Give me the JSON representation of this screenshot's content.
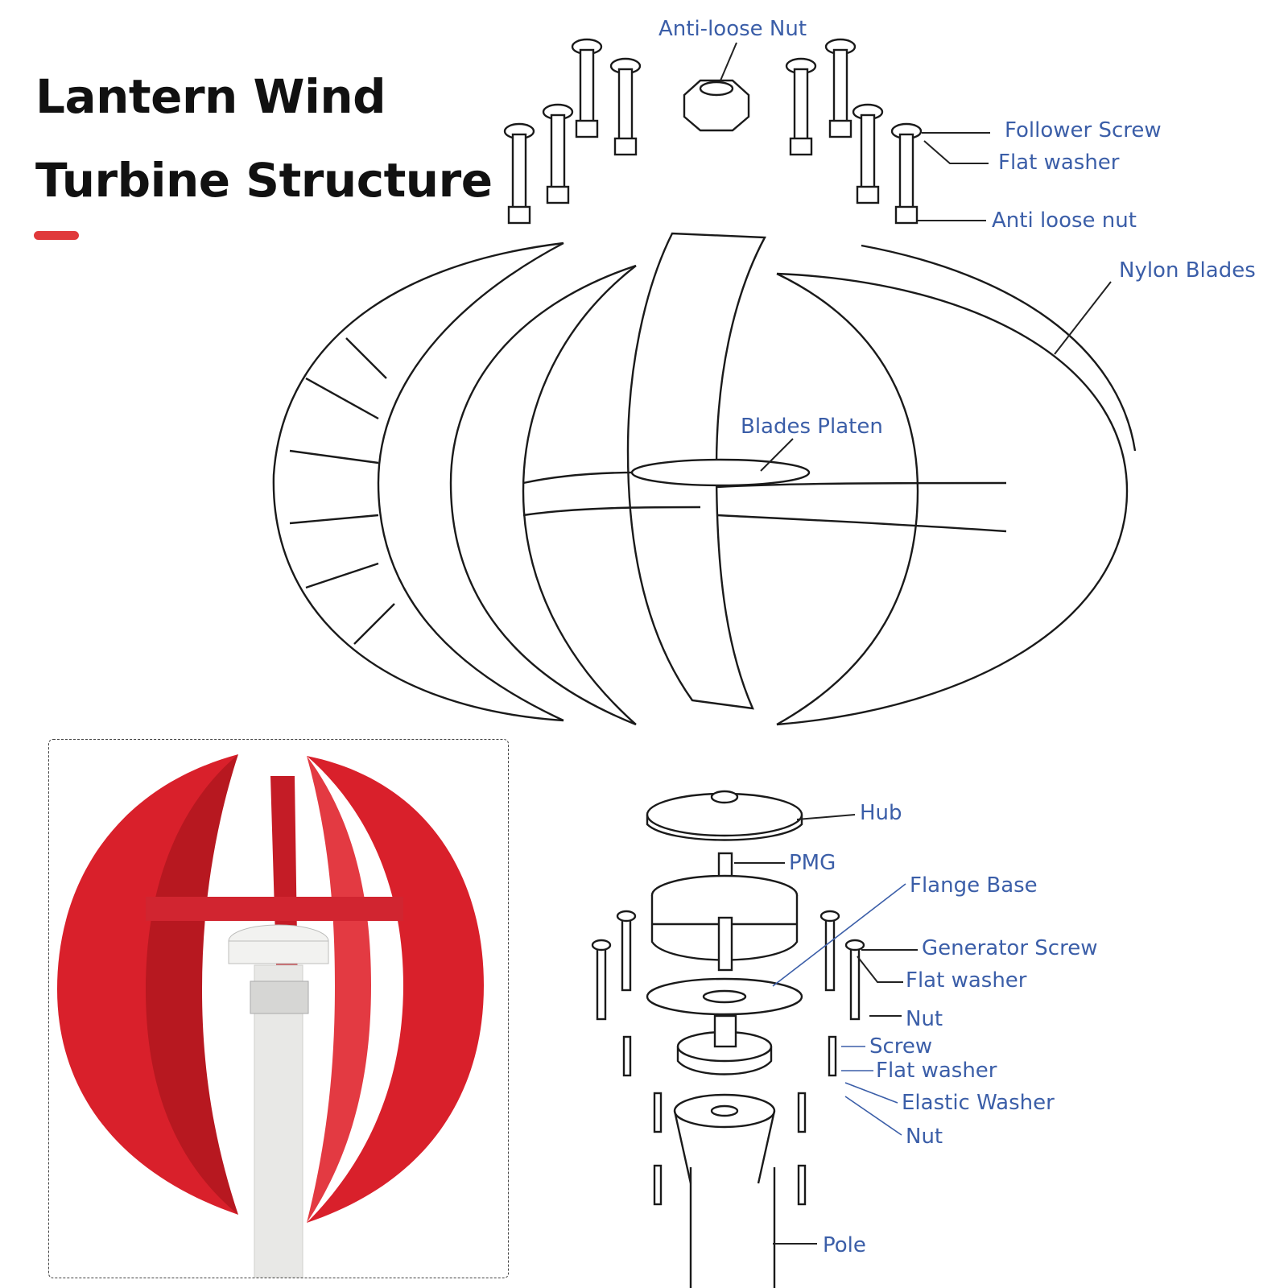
{
  "title": {
    "line1": "Lantern Wind",
    "line2": "Turbine Structure"
  },
  "colors": {
    "accent": "#e0393b",
    "label": "#3b5ea8",
    "blade_red": "#d9202b",
    "pole": "#e8e8e6"
  },
  "labels": {
    "anti_loose_nut_top": "Anti-loose Nut",
    "follower_screw": "Follower Screw",
    "flat_washer_top": "Flat washer",
    "anti_loose_nut_side": "Anti loose nut",
    "nylon_blades": "Nylon Blades",
    "blades_platen": "Blades Platen",
    "hub": "Hub",
    "pmg": "PMG",
    "flange_base": "Flange Base",
    "generator_screw": "Generator Screw",
    "flat_washer_mid": "Flat washer",
    "nut_mid": "Nut",
    "screw": "Screw",
    "flat_washer_low": "Flat washer",
    "elastic_washer": "Elastic Washer",
    "nut_low": "Nut",
    "pole": "Pole"
  }
}
